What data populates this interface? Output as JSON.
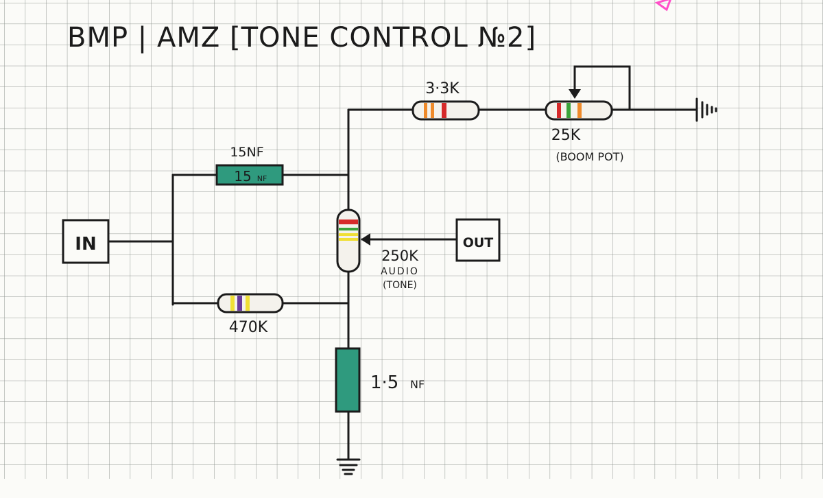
{
  "title": "BMP | AMZ [TONE CONTROL №2]",
  "colors": {
    "paper": "#fbfbf8",
    "grid": "#8f9590",
    "ink": "#1b1b1b",
    "cap_fill": "#2f9a7e",
    "resistor_body": "#f4f2ec",
    "band_orange": "#ef8a2a",
    "band_red": "#d62a2a",
    "band_green": "#3aa33a",
    "band_yellow": "#f0df35",
    "band_violet": "#6a3a9a",
    "band_black": "#1b1b1b",
    "marker_pink": "#ff4fc8"
  },
  "terminals": {
    "input_label": "IN",
    "output_label": "OUT"
  },
  "components": {
    "r_3k3": {
      "label": "3·3K",
      "bands": [
        "band_orange",
        "band_orange",
        "band_red"
      ]
    },
    "pot_25k": {
      "label": "25K",
      "note": "(BOOM POT)",
      "bands": [
        "band_red",
        "band_green",
        "band_orange"
      ]
    },
    "cap_15nf": {
      "label": "15NF",
      "body_text": "15",
      "body_unit": "NF"
    },
    "pot_250k": {
      "label": "250K",
      "taper": "AUDIO",
      "note": "(TONE)",
      "bands": [
        "band_red",
        "band_green",
        "band_yellow",
        "band_yellow"
      ]
    },
    "r_470k": {
      "label": "470K",
      "bands": [
        "band_yellow",
        "band_violet",
        "band_yellow"
      ]
    },
    "cap_1n5": {
      "label": "1·5",
      "unit": "NF"
    }
  }
}
